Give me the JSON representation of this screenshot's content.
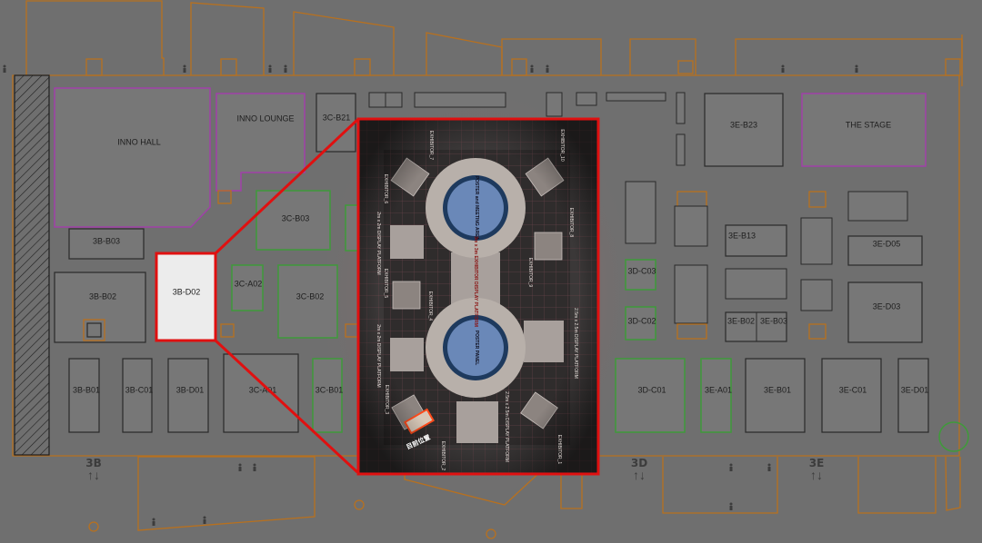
{
  "map": {
    "halls": {
      "inno_hall": "INNO HALL",
      "inno_lounge": "INNO LOUNGE",
      "the_stage": "THE STAGE"
    },
    "booths": {
      "b3c_b21": "3C-B21",
      "b3b_b03": "3B-B03",
      "b3b_b02": "3B-B02",
      "b3b_d02": "3B-D02",
      "b3c_b03": "3C-B03",
      "b3c_a02": "3C-A02",
      "b3c_b02": "3C-B02",
      "b3b_b01": "3B-B01",
      "b3b_c01": "3B-C01",
      "b3b_d01": "3B-D01",
      "b3c_a01": "3C-A01",
      "b3c_b01": "3C-B01",
      "b3d_c01": "3D-C01",
      "b3d_c02": "3D-C02",
      "b3d_c03": "3D-C03",
      "b3e_a01": "3E-A01",
      "b3e_b01": "3E-B01",
      "b3e_c01": "3E-C01",
      "b3e_d01": "3E-D01",
      "b3e_b23": "3E-B23",
      "b3e_b13": "3E-B13",
      "b3e_b02": "3E-B02",
      "b3e_b03": "3E-B03",
      "b3e_d05": "3E-D05",
      "b3e_d03": "3E-D03"
    },
    "escalators": {
      "e3b": "3B",
      "e3d": "3D",
      "e3e": "3E",
      "arrows": "↑↓"
    },
    "selected_booth": "3B-D02",
    "highlight_color": "#e01010"
  },
  "inset": {
    "poster_meeting": "POSTER and MEETING AREA",
    "poster_panel": "POSTER PANEL",
    "platform_2m": "2m x 2m DISPLAY PLATFORM",
    "platform_25m": "2.5m x 2.5m DISPLAY PLATFORM",
    "platform_3m": "3m x 3m EXHIBITOR DISPLAY PLATFORM",
    "exhibitors": [
      "EXHIBITOR_1",
      "EXHIBITOR_2",
      "EXHIBITOR_3",
      "EXHIBITOR_4",
      "EXHIBITOR_5",
      "EXHIBITOR_6",
      "EXHIBITOR_7",
      "EXHIBITOR_8",
      "EXHIBITOR_9",
      "EXHIBITOR_10"
    ],
    "current_location": "目前位置"
  }
}
